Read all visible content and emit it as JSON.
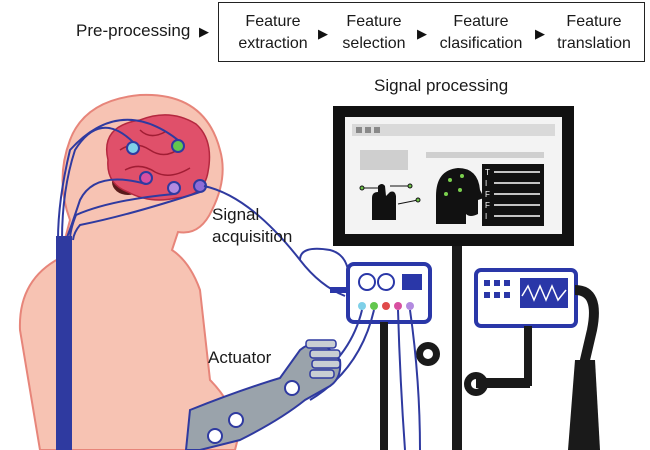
{
  "pipeline": {
    "pre_processing": "Pre-processing",
    "steps": [
      {
        "line1": "Feature",
        "line2": "extraction"
      },
      {
        "line1": "Feature",
        "line2": "selection"
      },
      {
        "line1": "Feature",
        "line2": "clasification"
      },
      {
        "line1": "Feature",
        "line2": "translation"
      }
    ],
    "arrow_glyph": "▶"
  },
  "labels": {
    "signal_processing": "Signal processing",
    "signal_acquisition_1": "Signal",
    "signal_acquisition_2": "acquisition",
    "actuator": "Actuator"
  },
  "monitor": {
    "panel_letters": [
      "T",
      "I",
      "F",
      "F",
      "I"
    ]
  },
  "colors": {
    "skin": "#f7c3b3",
    "skin_outline": "#e7857a",
    "brain": "#e0506a",
    "wire": "#2f3aa0",
    "device": "#2a37a8",
    "pole": "#1a1a1a"
  }
}
